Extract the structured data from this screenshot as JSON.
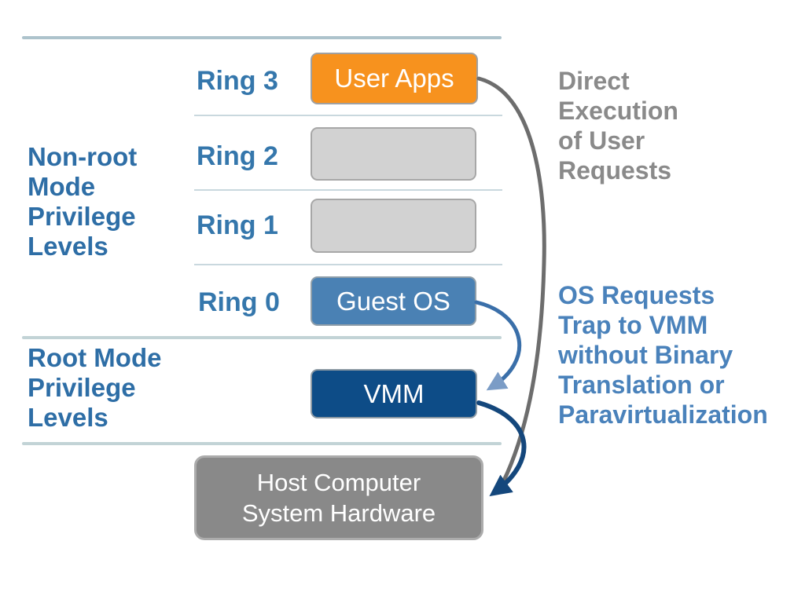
{
  "left_labels": {
    "non_root": "Non-root\nMode\nPrivilege\nLevels",
    "root": "Root Mode\nPrivilege\nLevels"
  },
  "rings": [
    {
      "label": "Ring 3",
      "box_label": "User Apps"
    },
    {
      "label": "Ring 2",
      "box_label": ""
    },
    {
      "label": "Ring 1",
      "box_label": ""
    },
    {
      "label": "Ring 0",
      "box_label": "Guest OS"
    }
  ],
  "vmm_label": "VMM",
  "hardware_label": "Host Computer\nSystem Hardware",
  "annotations": {
    "direct_execution": "Direct\nExecution\nof User\nRequests",
    "trap": "OS Requests\nTrap to VMM\nwithout Binary\nTranslation or\nParavirtualization"
  },
  "colors": {
    "label_blue": "#2e6ea6",
    "ring_label_blue": "#3577ac",
    "paragraph_blue": "#4a82bb",
    "note_gray": "#8a8a8a",
    "user_apps_box": "#f7921e",
    "empty_ring_box": "#d2d2d2",
    "guest_os_box": "#4a81b4",
    "vmm_box": "#0d4c87",
    "hardware_box": "#898989",
    "separator": "#adc3cc",
    "direct_execution_arrow": "#6d6d6d",
    "trap_arrow": "#3a6fa9",
    "trap_arrowhead": "#7b9cc6",
    "vmm_to_hardware_arrow": "#14477c"
  }
}
